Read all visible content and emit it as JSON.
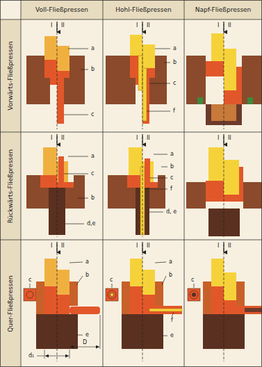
{
  "diagram": {
    "nodes": [
      {
        "text": [
          "Voll-Fließpressen"
        ]
      },
      {
        "text": [
          "Hohl-Fließpressen"
        ]
      },
      {
        "text": [
          "Napf-Fließpressen"
        ]
      },
      {
        "text": [
          "Vorwärts-Fließpressen"
        ]
      },
      {
        "text": [
          "Rückwärts-Fließpressen"
        ]
      },
      {
        "text": [
          "Quer-Fließpressen"
        ]
      }
    ],
    "labels": [
      "I",
      "II",
      "a",
      "b",
      "c",
      "I",
      "II",
      "a",
      "b",
      "c",
      "f",
      "I",
      "II",
      "I",
      "II",
      "a",
      "c",
      "b",
      "d,e",
      "I",
      "II",
      "a",
      "b",
      "c",
      "f",
      "d, e",
      "I",
      "II",
      "c",
      "I",
      "II",
      "a",
      "b",
      "e",
      "d₁",
      "D",
      "c",
      "I",
      "II",
      "a",
      "b",
      "f",
      "e",
      "c",
      "I",
      "II"
    ]
  }
}
